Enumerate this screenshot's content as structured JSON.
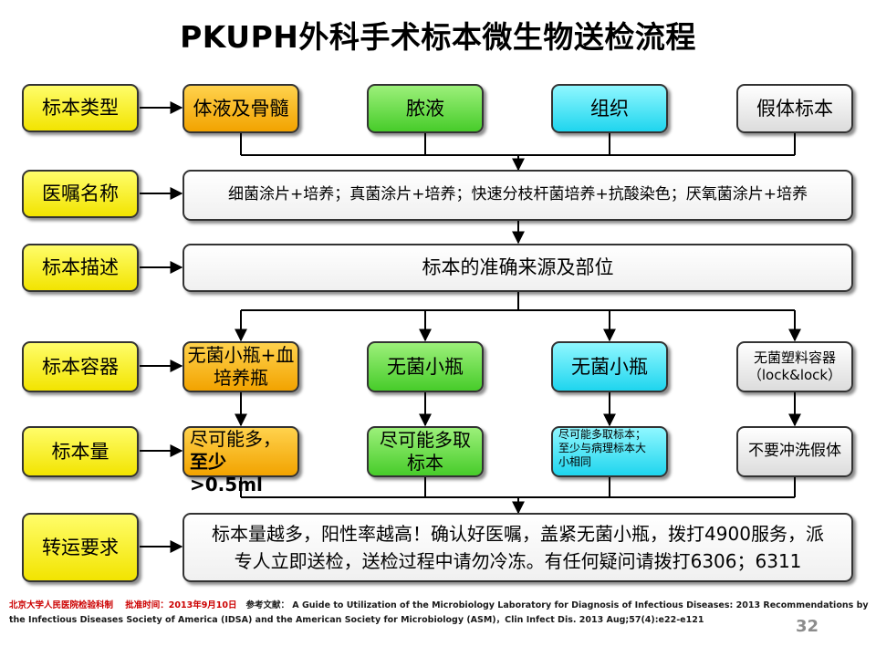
{
  "title": "PKUPH外科手术标本微生物送检流程",
  "rows": {
    "type": {
      "label": "标本类型",
      "cells": [
        "体液及骨髓",
        "脓液",
        "组织",
        "假体标本"
      ]
    },
    "order": {
      "label": "医嘱名称",
      "text": "细菌涂片+培养；真菌涂片+培养；快速分枝杆菌培养+抗酸染色；厌氧菌涂片+培养"
    },
    "description": {
      "label": "标本描述",
      "text": "标本的准确来源及部位"
    },
    "container": {
      "label": "标本容器",
      "cells": [
        {
          "line1": "无菌小瓶+血",
          "line2": "培养瓶"
        },
        {
          "line1": "无菌小瓶",
          "line2": ""
        },
        {
          "line1": "无菌小瓶",
          "line2": ""
        },
        {
          "line1": "无菌塑料容器",
          "line2": "（lock&lock）"
        }
      ]
    },
    "volume": {
      "label": "标本量",
      "cells": [
        {
          "line1": "尽可能多，",
          "line2": "至少>0.5ml",
          "line3": ""
        },
        {
          "line1": "尽可能多取",
          "line2": "标本",
          "line3": ""
        },
        {
          "line1": "尽可能多取标本；",
          "line2": "至少与病理标本大",
          "line3": "小相同"
        },
        {
          "line1": "不要冲洗假体",
          "line2": "",
          "line3": ""
        }
      ]
    },
    "transport": {
      "label": "转运要求",
      "line1": "标本量越多，阳性率越高！确认好医嘱，盖紧无菌小瓶，拨打4900服务，派",
      "line2": "专人立即送检，送检过程中请勿冷冻。有任何疑问请拨打6306；6311"
    }
  },
  "footer": {
    "institution": "北京大学人民医院检验科制",
    "approval": "批准时间：2013年9月10日",
    "ref_label": "参考文献：",
    "ref_text": "A Guide to Utilization of the Microbiology Laboratory for Diagnosis of Infectious Diseases: 2013 Recommendations by the Infectious Diseases Society of America (IDSA) and the American Society for Microbiology (ASM)，Clin Infect Dis. 2013 Aug;57(4):e22-e121",
    "page_number": "32"
  },
  "colors": {
    "label": "#f5e900",
    "orange": "#f6ad00",
    "green": "#5ad336",
    "cyan": "#34dbf0",
    "gray": "#e6e6e6",
    "footer_red": "#cc0000"
  }
}
